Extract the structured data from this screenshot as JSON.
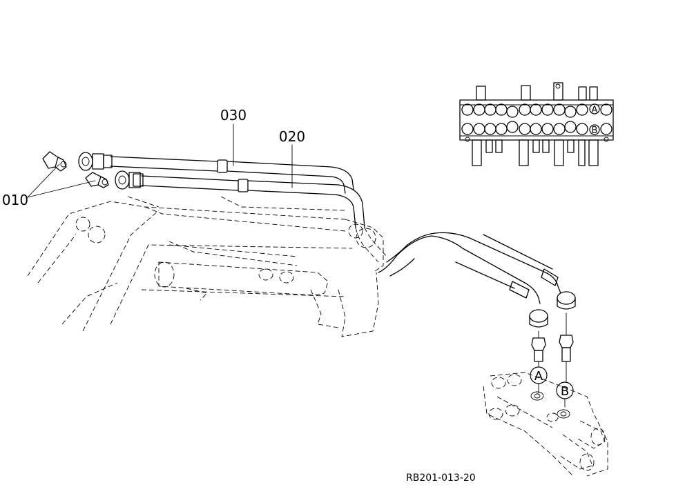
{
  "callouts": {
    "part_010": "010",
    "part_020": "020",
    "part_030": "030",
    "port_a": "A",
    "port_b": "B",
    "valve_port_a": "A",
    "valve_port_b": "B"
  },
  "drawing_code": "RB201-013-20"
}
